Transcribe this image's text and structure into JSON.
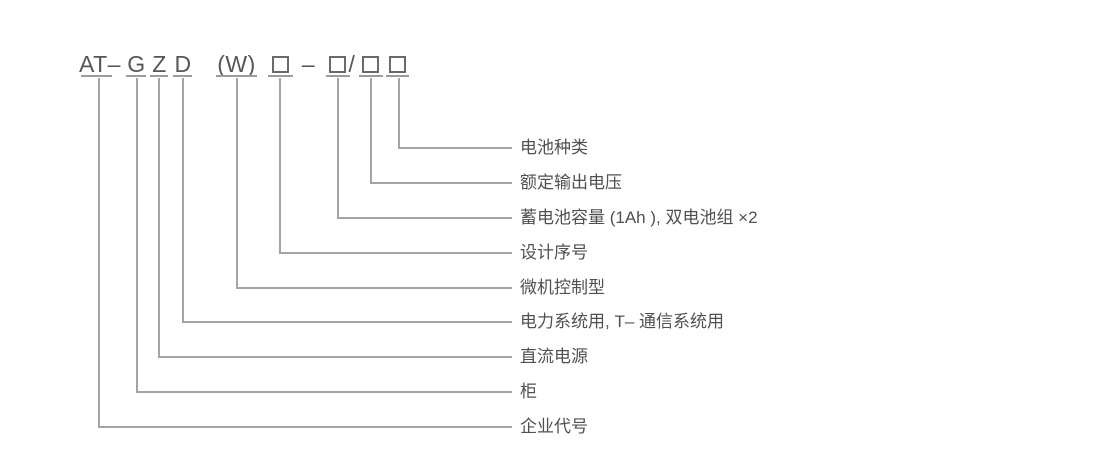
{
  "diagram": {
    "type": "model-designation-explanation",
    "model_code": {
      "segments": [
        {
          "type": "text",
          "text": "AT–"
        },
        {
          "type": "text",
          "text": "G"
        },
        {
          "type": "text",
          "text": "Z"
        },
        {
          "type": "text",
          "text": "D"
        },
        {
          "type": "text",
          "text": "(W)"
        },
        {
          "type": "box",
          "text": ""
        },
        {
          "type": "text",
          "text": "–"
        },
        {
          "type": "box",
          "text": ""
        },
        {
          "type": "text",
          "text": "/"
        },
        {
          "type": "box",
          "text": ""
        },
        {
          "type": "box",
          "text": ""
        }
      ]
    },
    "rows": [
      {
        "label": "电池种类",
        "segment_index": 10
      },
      {
        "label": "额定输出电压",
        "segment_index": 9
      },
      {
        "label": "蓄电池容量 (1Ah ), 双电池组 ×2",
        "segment_index": 7
      },
      {
        "label": "设计序号",
        "segment_index": 5
      },
      {
        "label": "微机控制型",
        "segment_index": 4
      },
      {
        "label": "电力系统用, T– 通信系统用",
        "segment_index": 3
      },
      {
        "label": "直流电源",
        "segment_index": 2
      },
      {
        "label": "柜",
        "segment_index": 1
      },
      {
        "label": "企业代号",
        "segment_index": 0
      }
    ],
    "colors": {
      "text": "#565658",
      "label_text": "#505052",
      "line": "#a4a4a4",
      "box_border": "#6a6a6c",
      "background": "#ffffff"
    }
  }
}
